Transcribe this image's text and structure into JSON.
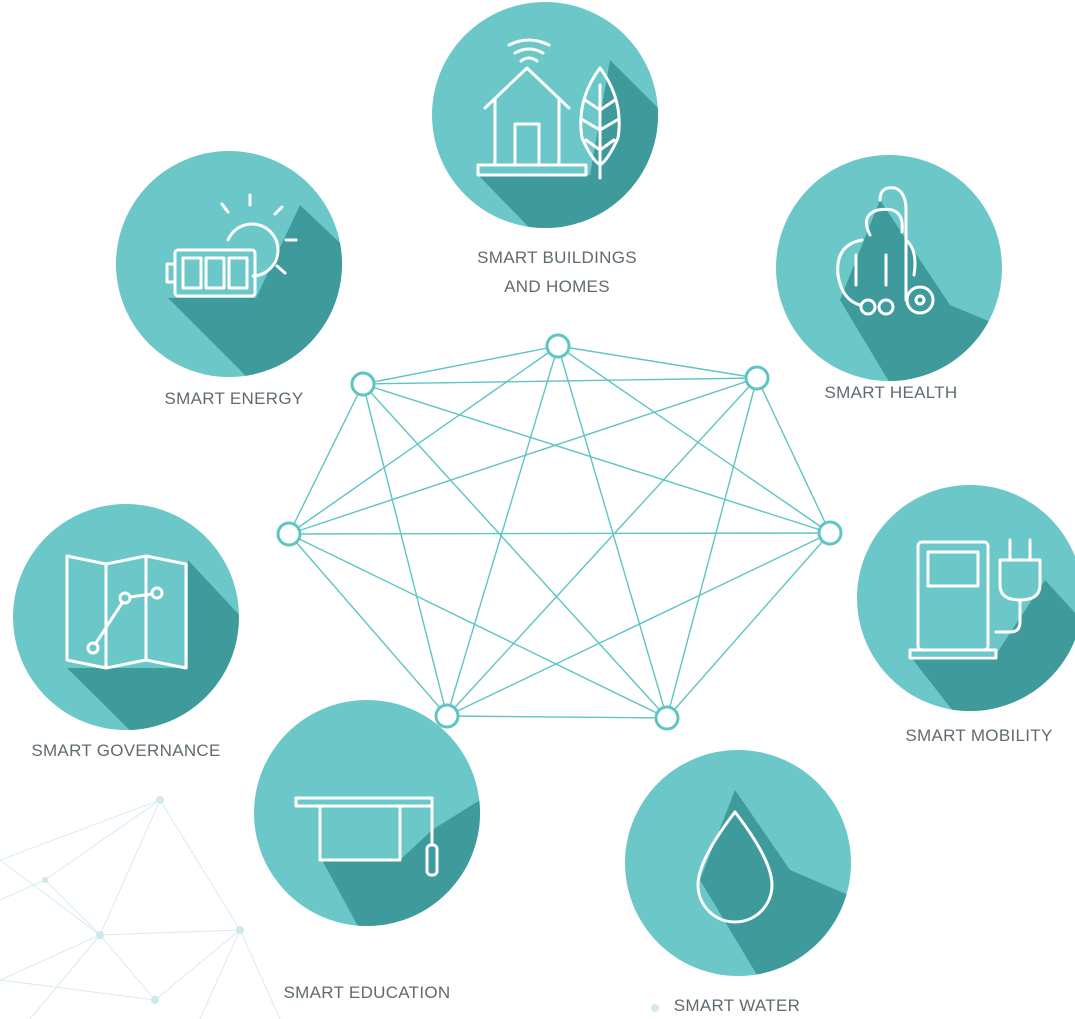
{
  "colors": {
    "circle": "#6cc8c8",
    "shadow": "#3f9a9c",
    "network": "#5ec4c4",
    "node_fill": "#ffffff",
    "label": "#5f6b70",
    "background_mesh": "#d6ecef"
  },
  "categories": [
    {
      "id": "buildings",
      "icon": "house-leaf-wifi-icon",
      "label_lines": [
        "SMART BUILDINGS",
        "AND HOMES"
      ]
    },
    {
      "id": "energy",
      "icon": "battery-sun-icon",
      "label_lines": [
        "SMART ENERGY"
      ]
    },
    {
      "id": "health",
      "icon": "stethoscope-icon",
      "label_lines": [
        "SMART HEALTH"
      ]
    },
    {
      "id": "governance",
      "icon": "map-route-icon",
      "label_lines": [
        "SMART GOVERNANCE"
      ]
    },
    {
      "id": "mobility",
      "icon": "ev-charger-icon",
      "label_lines": [
        "SMART MOBILITY"
      ]
    },
    {
      "id": "education",
      "icon": "graduation-cap-icon",
      "label_lines": [
        "SMART EDUCATION"
      ]
    },
    {
      "id": "water",
      "icon": "water-drop-icon",
      "label_lines": [
        "SMART WATER"
      ]
    }
  ],
  "network": {
    "node_count": 7,
    "fully_connected": true
  }
}
